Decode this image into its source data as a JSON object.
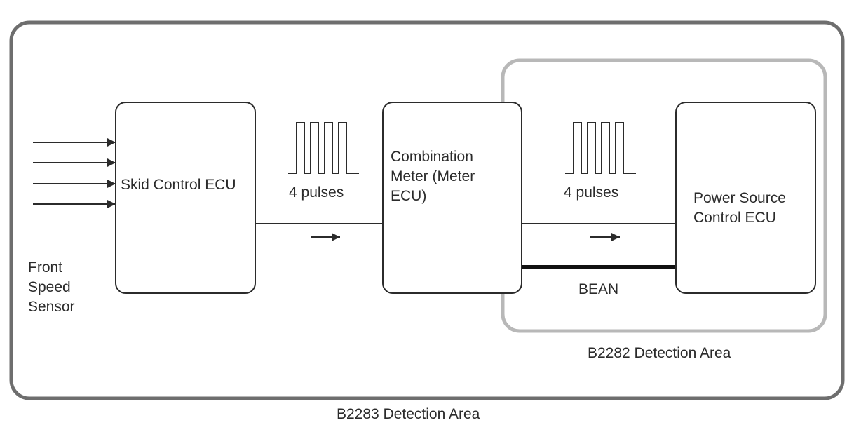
{
  "diagram": {
    "outer_area_label": "B2283 Detection Area",
    "inner_area_label": "B2282 Detection Area",
    "sensor": {
      "line1": "Front",
      "line2": "Speed",
      "line3": "Sensor"
    },
    "skid_ecu": {
      "label": "Skid Control ECU"
    },
    "meter_ecu": {
      "line1": "Combination",
      "line2": "Meter (Meter",
      "line3": "ECU)"
    },
    "power_ecu": {
      "line1": "Power Source",
      "line2": "Control ECU"
    },
    "signal_1": {
      "label": "4 pulses"
    },
    "signal_2": {
      "label": "4 pulses"
    },
    "bus": {
      "label": "BEAN"
    },
    "colors": {
      "outer_border": "#6e6e6e",
      "inner_border": "#b8b8b8",
      "block_border": "#2b2b2b",
      "text": "#2b2b2b"
    }
  }
}
